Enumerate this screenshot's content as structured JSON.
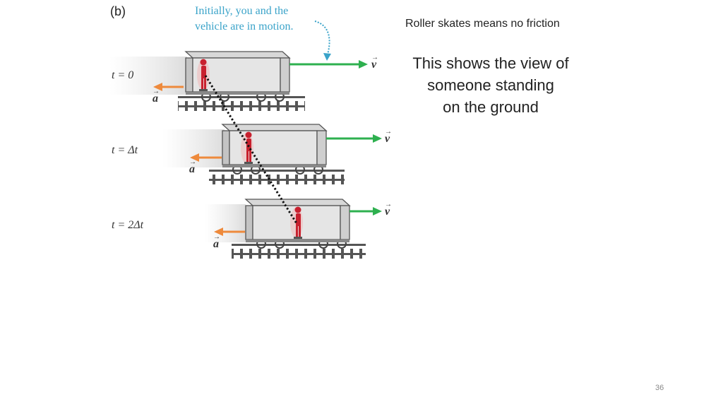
{
  "figure": {
    "panel_label": "(b)",
    "caption_line1": "Initially, you and the",
    "caption_line2": "vehicle are in motion.",
    "velocity_symbol": "v",
    "acceleration_symbol": "a",
    "time_labels": [
      "t = 0",
      "t = Δt",
      "t = 2Δt"
    ],
    "velocity_arrow_color": "#2eb04f",
    "acceleration_arrow_color": "#ee8a3c",
    "caption_color": "#3aa3c9",
    "skater_color": "#c8202e"
  },
  "notes": {
    "friction_note": "Roller skates means no friction",
    "view_line1": "This shows the view of",
    "view_line2": "someone standing",
    "view_line3": "on the ground"
  },
  "page_number": "36"
}
